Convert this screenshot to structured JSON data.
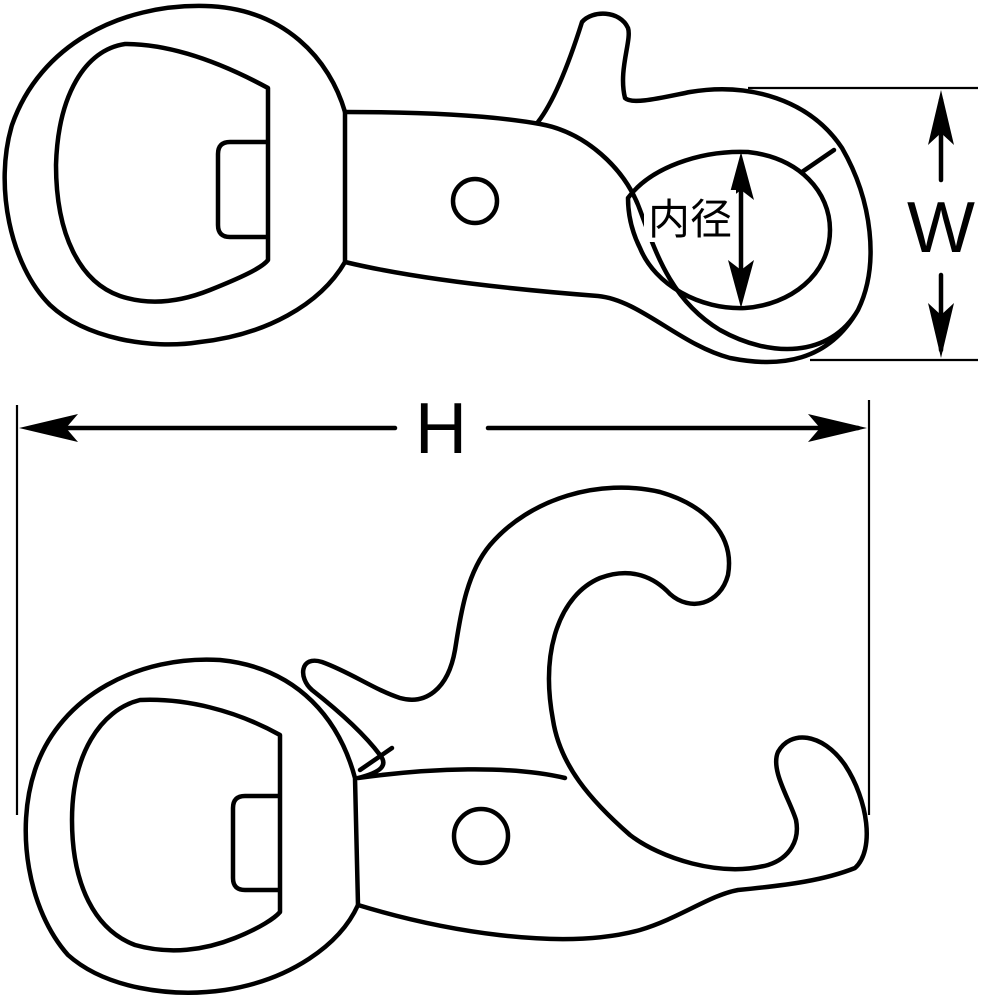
{
  "diagram": {
    "labels": {
      "width": "W",
      "height": "H",
      "inner_diameter": "内径"
    },
    "colors": {
      "line": "#000000",
      "background": "#ffffff"
    }
  }
}
